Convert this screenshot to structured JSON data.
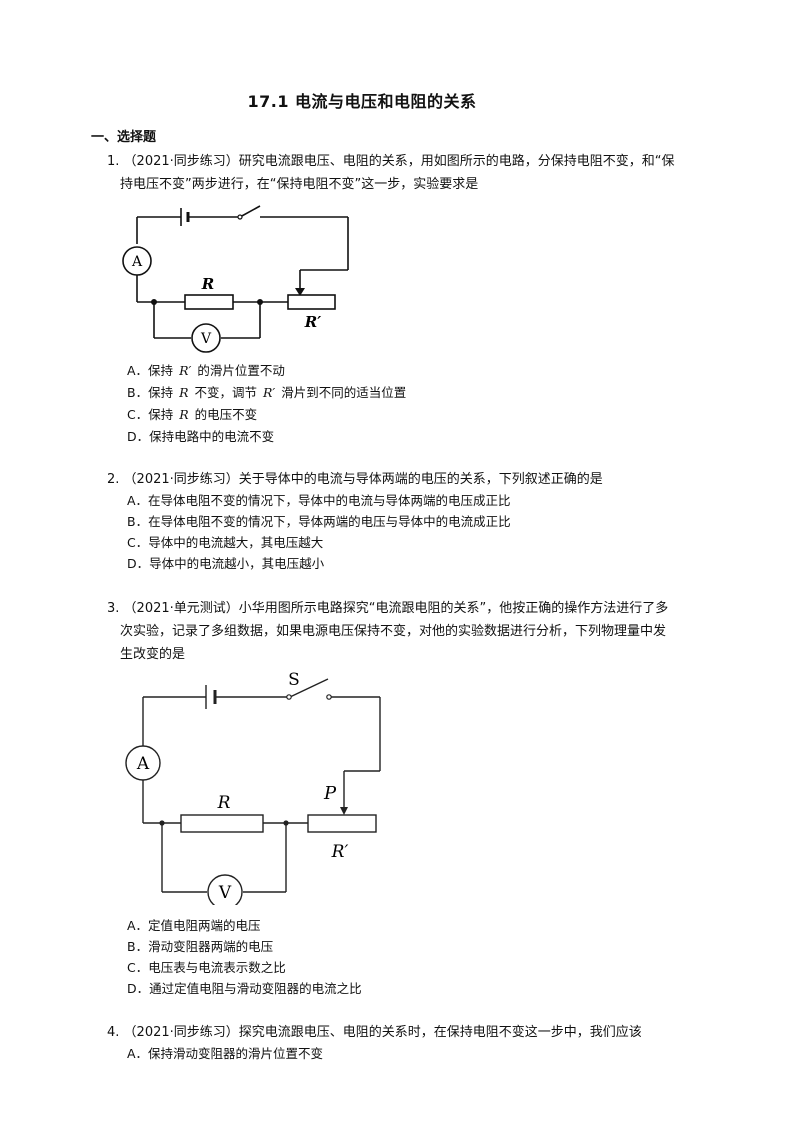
{
  "title": "17.1 电流与电压和电阻的关系",
  "section": "一、选择题",
  "q1": {
    "num": "1.",
    "source": "（2021·同步练习）",
    "text1": "研究电流跟电压、电阻的关系，用如图所示的电路，分保持电阻不变，和“保",
    "text2": "持电压不变”两步进行，在“保持电阻不变”这一步，实验要求是",
    "diagram": {
      "ammeter": "A",
      "voltmeter": "V",
      "resistor": "R",
      "rheostat": "R′"
    },
    "options": {
      "a_pre": "A．保持",
      "a_sym": "R′",
      "a_post": "的滑片位置不动",
      "b_pre": "B．保持",
      "b_sym1": "R",
      "b_mid": "不变，调节",
      "b_sym2": "R′",
      "b_post": "滑片到不同的适当位置",
      "c_pre": "C．保持",
      "c_sym": "R",
      "c_post": "的电压不变",
      "d": "D．保持电路中的电流不变"
    }
  },
  "q2": {
    "num": "2.",
    "source": "（2021·同步练习）",
    "text": "关于导体中的电流与导体两端的电压的关系，下列叙述正确的是",
    "options": {
      "a": "A．在导体电阻不变的情况下，导体中的电流与导体两端的电压成正比",
      "b": "B．在导体电阻不变的情况下，导体两端的电压与导体中的电流成正比",
      "c": "C．导体中的电流越大，其电压越大",
      "d": "D．导体中的电流越小，其电压越小"
    }
  },
  "q3": {
    "num": "3.",
    "source": "（2021·单元测试）",
    "text1": "小华用图所示电路探究“电流跟电阻的关系”，他按正确的操作方法进行了多",
    "text2": "次实验，记录了多组数据，如果电源电压保持不变，对他的实验数据进行分析，下列物理量中发",
    "text3": "生改变的是",
    "diagram": {
      "switch": "S",
      "ammeter": "A",
      "voltmeter": "V",
      "resistor": "R",
      "slider": "P",
      "rheostat": "R′"
    },
    "options": {
      "a": "A．定值电阻两端的电压",
      "b": "B．滑动变阻器两端的电压",
      "c": "C．电压表与电流表示数之比",
      "d": "D．通过定值电阻与滑动变阻器的电流之比"
    }
  },
  "q4": {
    "num": "4.",
    "source": "（2021·同步练习）",
    "text": "探究电流跟电压、电阻的关系时，在保持电阻不变这一步中，我们应该",
    "options": {
      "a": "A．保持滑动变阻器的滑片位置不变"
    }
  }
}
